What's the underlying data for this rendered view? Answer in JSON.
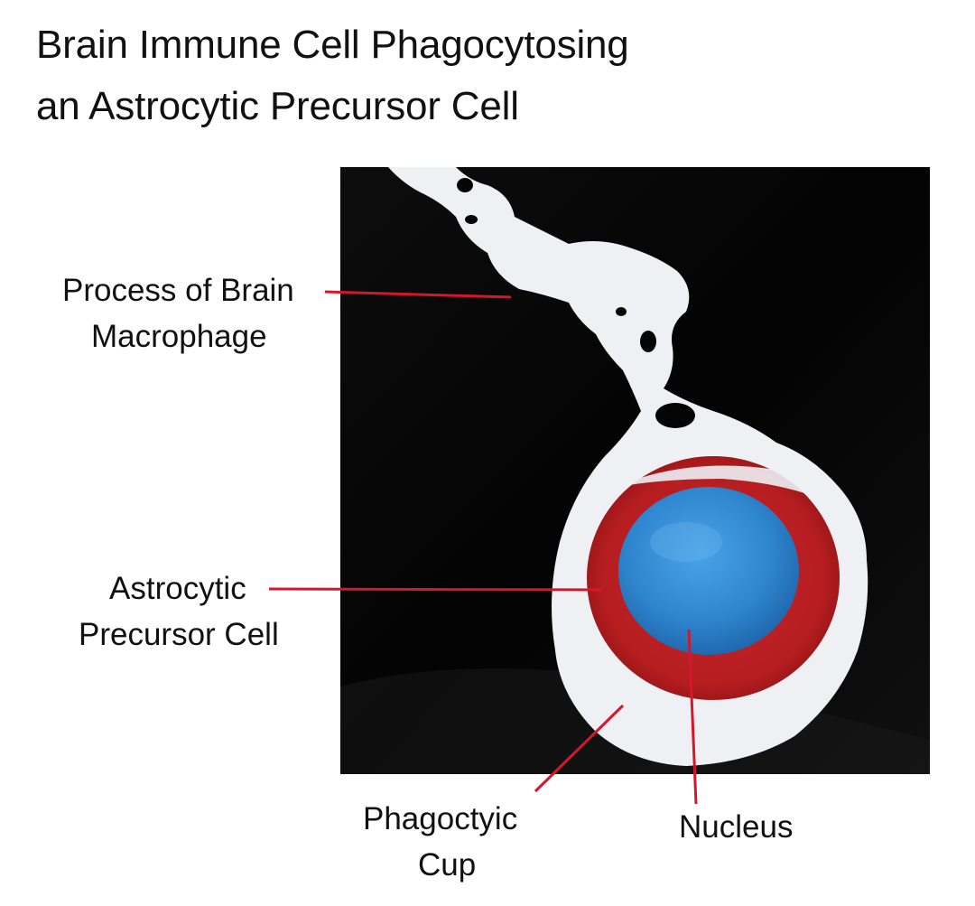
{
  "title": {
    "line1": "Brain Immune Cell Phagocytosing",
    "line2": "an Astrocytic Precursor Cell"
  },
  "labels": {
    "process_line1": "Process of Brain",
    "process_line2": "Macrophage",
    "astro_line1": "Astrocytic",
    "astro_line2": "Precursor Cell",
    "cup_line1": "Phagoctyic",
    "cup_line2": "Cup",
    "nucleus": "Nucleus"
  },
  "colors": {
    "background_panel": "#050505",
    "macrophage": "#eef0f4",
    "cytoplasm": "#b51d20",
    "nucleus": "#2f86cf",
    "leader_line": "#d5172c",
    "text": "#111111"
  }
}
